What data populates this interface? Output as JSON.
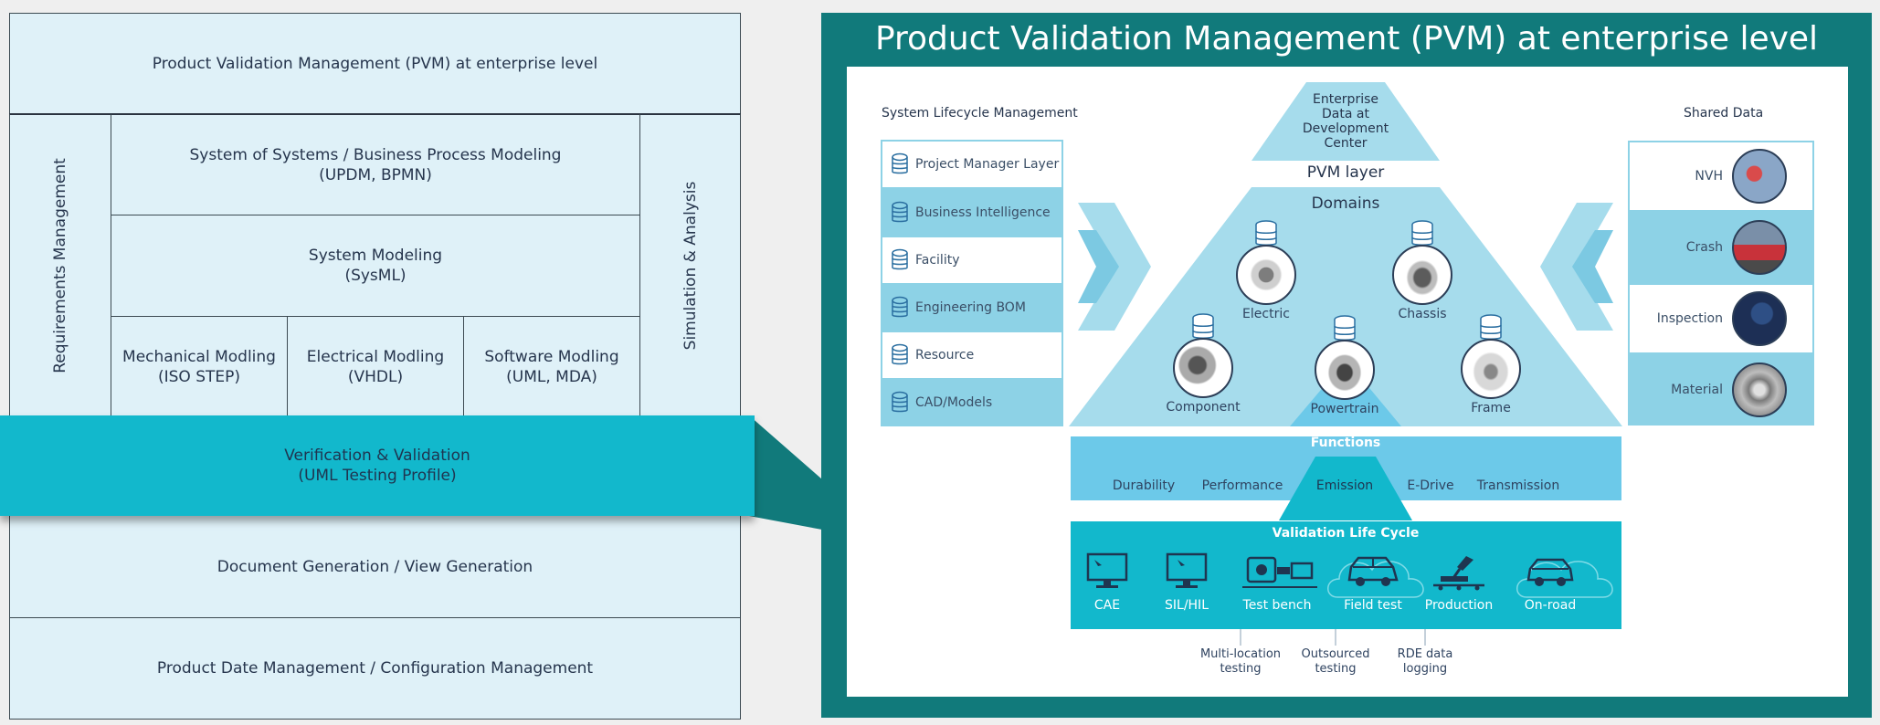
{
  "left_stack": {
    "top": "Product Validation Management (PVM) at enterprise level",
    "requirements": "Requirements Management",
    "simulation": "Simulation & Analysis",
    "sos": {
      "line1": "System of Systems / Business Process Modeling",
      "line2": "(UPDM, BPMN)"
    },
    "sysml": {
      "line1": "System Modeling",
      "line2": "(SysML)"
    },
    "mechanical": {
      "line1": "Mechanical Modling",
      "line2": "(ISO STEP)"
    },
    "electrical": {
      "line1": "Electrical Modling",
      "line2": "(VHDL)"
    },
    "software": {
      "line1": "Software Modling",
      "line2": "(UML, MDA)"
    },
    "vv": {
      "line1": "Verification & Validation",
      "line2": "(UML Testing Profile)"
    },
    "docgen": "Document Generation / View Generation",
    "pdm": "Product Date Management / Configuration Management"
  },
  "panel": {
    "title": "Product Validation Management (PVM) at enterprise level",
    "system_lifecycle": {
      "header": "System Lifecycle Management",
      "items": [
        "Project Manager Layer",
        "Business Intelligence",
        "Facility",
        "Engineering BOM",
        "Resource",
        "CAD/Models"
      ]
    },
    "shared_data": {
      "header": "Shared Data",
      "items": [
        "NVH",
        "Crash",
        "Inspection",
        "Material"
      ]
    },
    "enterprise": {
      "line1": "Enterprise",
      "line2": "Data at",
      "line3": "Development",
      "line4": "Center"
    },
    "pvm_layer": "PVM layer",
    "domains": {
      "title": "Domains",
      "items": [
        "Electric",
        "Chassis",
        "Component",
        "Powertrain",
        "Frame"
      ]
    },
    "functions": {
      "title": "Functions",
      "items": [
        "Durability",
        "Performance",
        "Emission",
        "E-Drive",
        "Transmission"
      ]
    },
    "validation": {
      "title": "Validation Life Cycle",
      "items": [
        "CAE",
        "SIL/HIL",
        "Test bench",
        "Field test",
        "Production",
        "On-road"
      ]
    },
    "notes": [
      {
        "line1": "Multi-location",
        "line2": "testing"
      },
      {
        "line1": "Outsourced",
        "line2": "testing"
      },
      {
        "line1": "RDE data",
        "line2": "logging"
      }
    ],
    "colors": {
      "frame": "#117a7b",
      "cyan": "#12b8cc",
      "light_blue": "#8dd2e6",
      "pale": "#dff1f8"
    }
  }
}
